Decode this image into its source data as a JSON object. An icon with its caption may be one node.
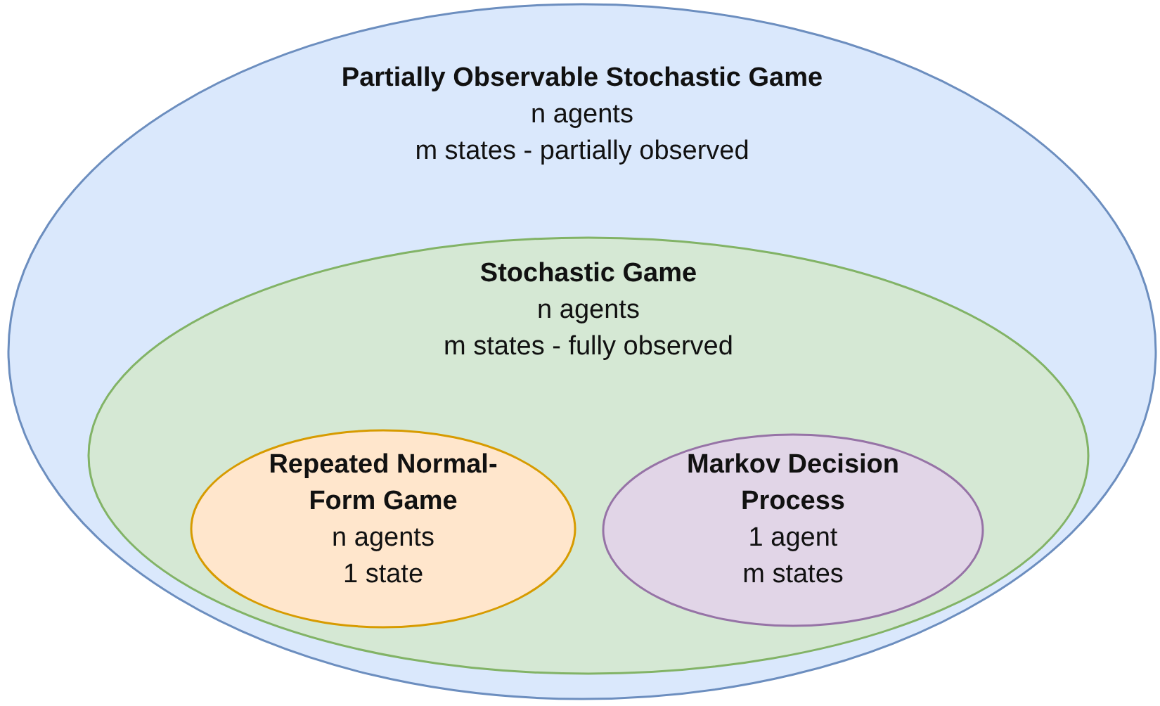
{
  "diagram": {
    "nodes": [
      {
        "text": [
          "Partially Observable Stochastic Game",
          "n agents",
          "m states - partially observed"
        ]
      },
      {
        "text": [
          "Stochastic Game",
          "n agents",
          "m states - fully observed"
        ],
        "in": 0
      },
      {
        "text": [
          "Repeated Normal-Form Game",
          "n agents",
          "1 state"
        ],
        "in": 1
      },
      {
        "text": [
          "Markov Decision Process",
          "1 agent",
          "m states"
        ],
        "in": 1
      }
    ]
  }
}
